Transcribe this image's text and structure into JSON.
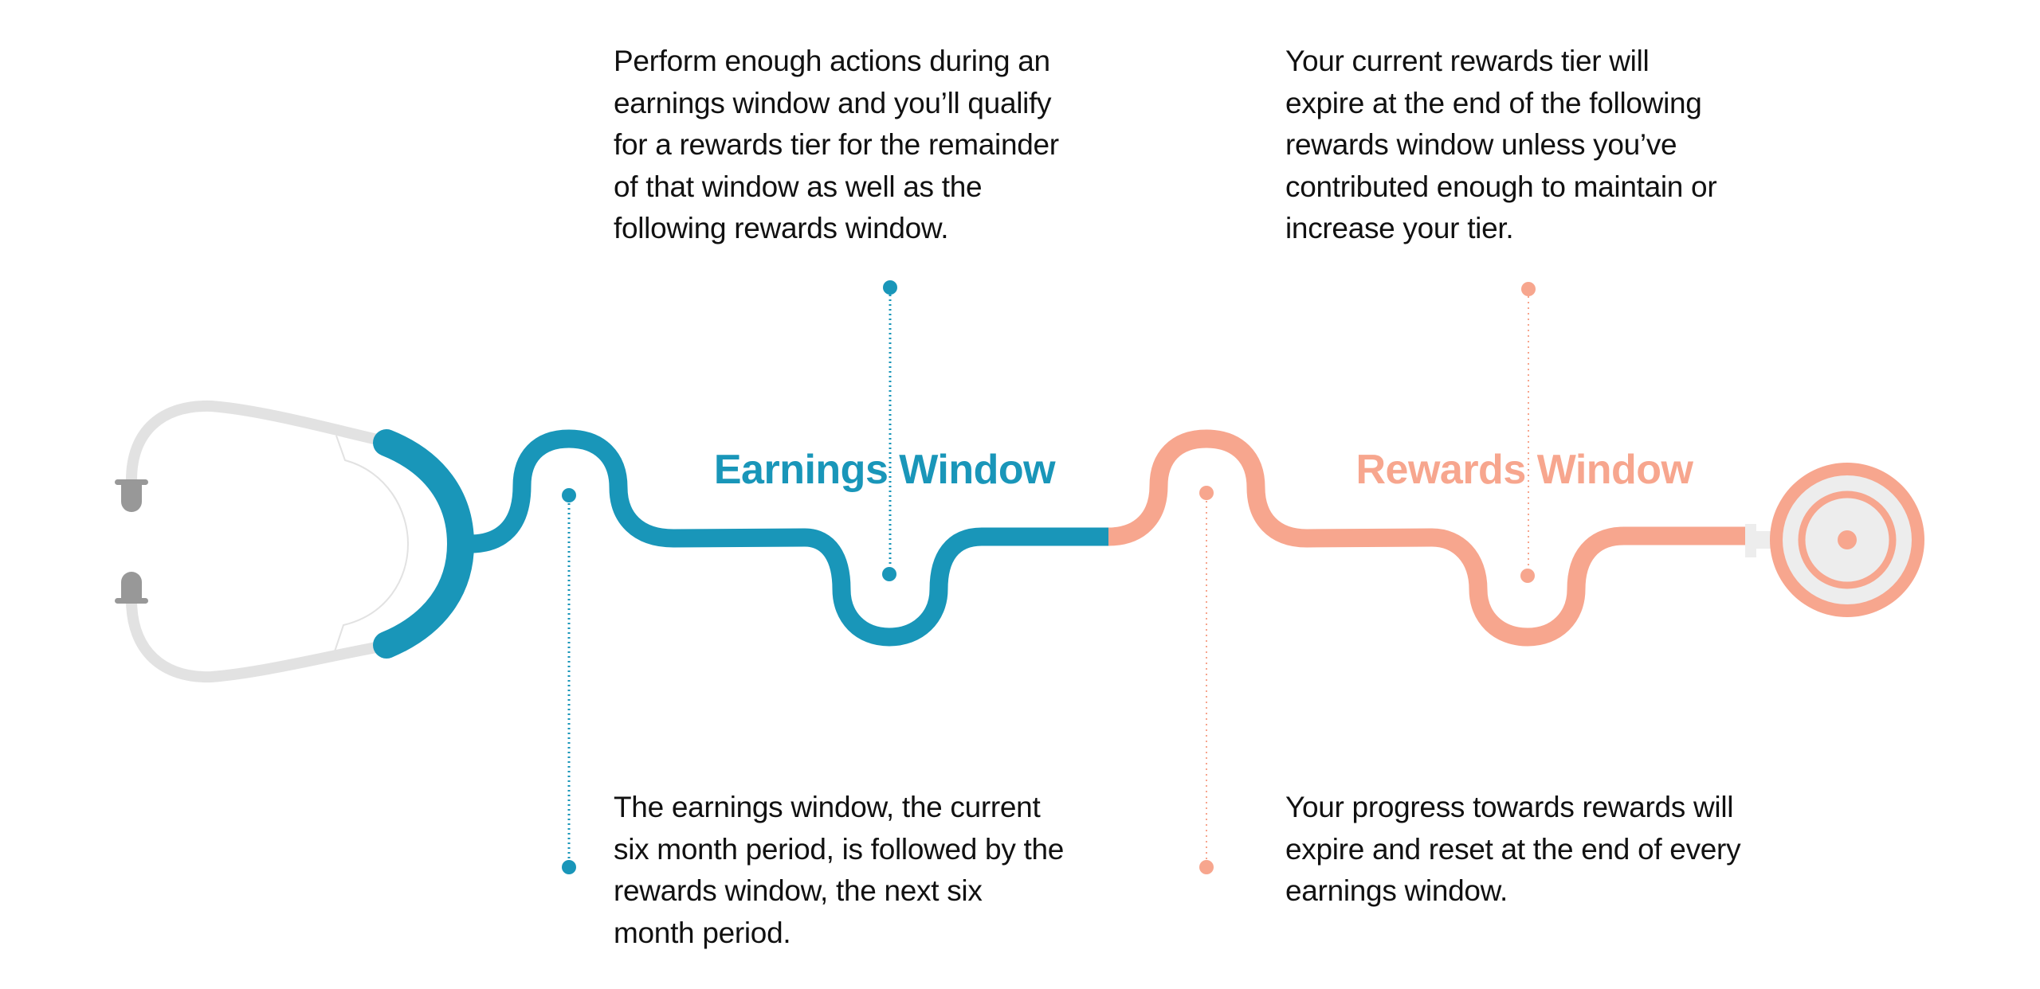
{
  "colors": {
    "earnings": "#1996b9",
    "rewards": "#f7a68e",
    "headset": "#e2e2e2",
    "earpiece": "#989898",
    "chestpiece_face": "#ededed",
    "text": "#111111"
  },
  "earnings_window": {
    "heading": "Earnings Window",
    "top_description": [
      "Perform enough actions during an",
      "earnings window and you’ll qualify",
      "for a rewards tier for the remainder",
      "of that window as well as the",
      "following rewards window."
    ],
    "bottom_description": [
      "The earnings window, the current",
      "six month period, is followed by the",
      "rewards window, the next six",
      "month period."
    ]
  },
  "rewards_window": {
    "heading": "Rewards Window",
    "top_description": [
      "Your current rewards tier will",
      "expire at the end of the following",
      "rewards window unless you’ve",
      "contributed enough to maintain or",
      "increase your tier."
    ],
    "bottom_description": [
      "Your progress towards rewards will",
      "expire and reset at the end of every",
      "earnings window."
    ]
  },
  "illustration": {
    "left_icon": "stethoscope-headset-icon",
    "right_icon": "stethoscope-chestpiece-icon"
  }
}
